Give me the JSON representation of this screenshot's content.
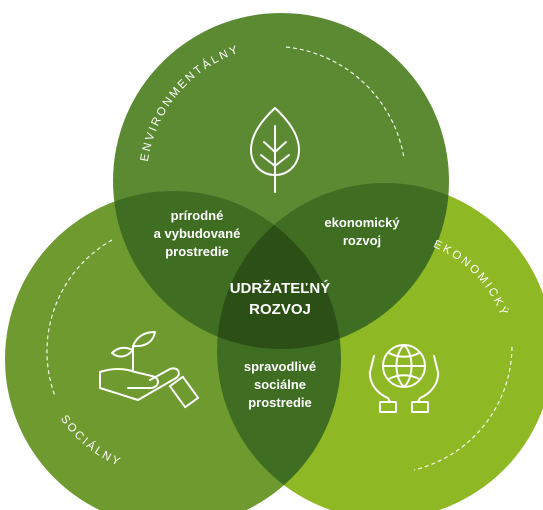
{
  "circles": {
    "environmental": {
      "label": "ENVIRONMENTÁLNY",
      "color": "#5b8a33",
      "icon": "leaf-icon"
    },
    "social": {
      "label": "SOCIÁLNY",
      "color": "#6e9a2f",
      "icon": "plant-in-hand-icon"
    },
    "economic": {
      "label": "EKONOMICKÝ",
      "color": "#8fb825",
      "icon": "globe-in-hands-icon"
    }
  },
  "overlaps": {
    "env_soc": [
      "prírodné",
      "a vybudované",
      "prostredie"
    ],
    "env_eco": [
      "ekonomický",
      "rozvoj"
    ],
    "soc_eco": [
      "spravodlivé",
      "sociálne",
      "prostredie"
    ],
    "center": [
      "UDRŽATEĽNÝ",
      "ROZVOJ"
    ]
  },
  "colors": {
    "pair_overlap": "#3f6e22",
    "center": "#2c4f16",
    "text": "#ffffff"
  }
}
